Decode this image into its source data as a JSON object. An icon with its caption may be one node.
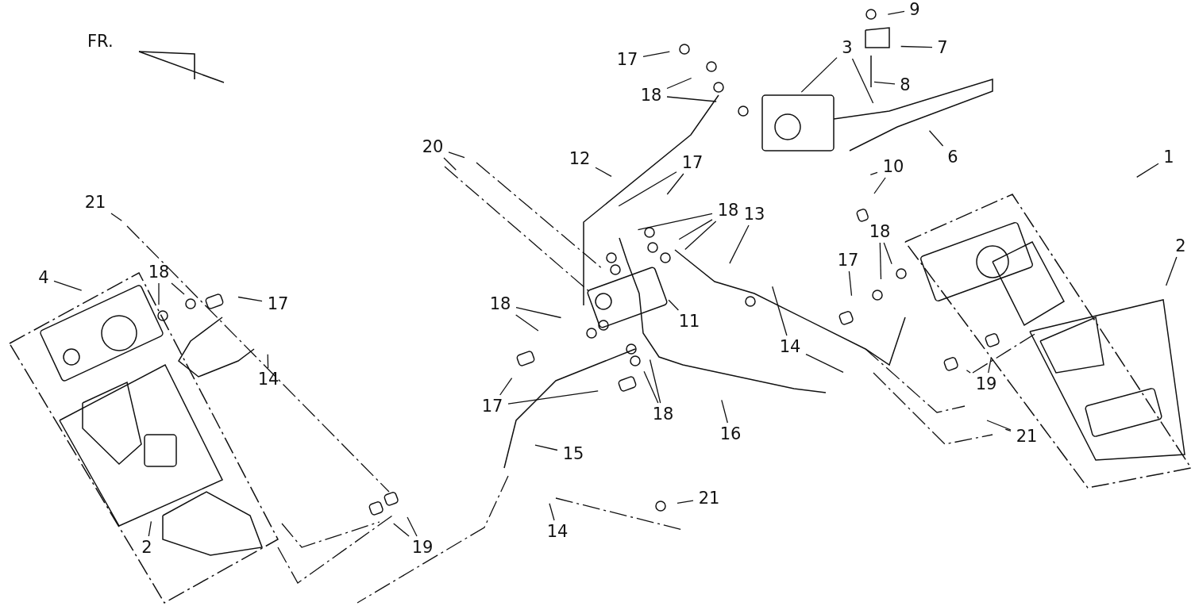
{
  "diagram": {
    "nodes": [
      {
        "text": [
          "9"
        ]
      },
      {
        "text": [
          "3"
        ]
      },
      {
        "text": [
          "7"
        ]
      },
      {
        "text": [
          "17"
        ]
      },
      {
        "text": [
          "8"
        ]
      },
      {
        "text": [
          "18"
        ]
      },
      {
        "text": [
          "20"
        ]
      },
      {
        "text": [
          "12"
        ]
      },
      {
        "text": [
          "6"
        ]
      },
      {
        "text": [
          "10"
        ]
      },
      {
        "text": [
          "17"
        ]
      },
      {
        "text": [
          "1"
        ]
      },
      {
        "text": [
          "18"
        ]
      },
      {
        "text": [
          "13"
        ]
      },
      {
        "text": [
          "21"
        ]
      },
      {
        "text": [
          "18"
        ]
      },
      {
        "text": [
          "2"
        ]
      },
      {
        "text": [
          "17"
        ]
      },
      {
        "text": [
          "4"
        ]
      },
      {
        "text": [
          "18"
        ]
      },
      {
        "text": [
          "17"
        ]
      },
      {
        "text": [
          "18"
        ]
      },
      {
        "text": [
          "11"
        ]
      },
      {
        "text": [
          "14"
        ]
      },
      {
        "text": [
          "14"
        ]
      },
      {
        "text": [
          "19"
        ]
      },
      {
        "text": [
          "17"
        ]
      },
      {
        "text": [
          "18"
        ]
      },
      {
        "text": [
          "16"
        ]
      },
      {
        "text": [
          "21"
        ]
      },
      {
        "text": [
          "15"
        ]
      },
      {
        "text": [
          "21"
        ]
      },
      {
        "text": [
          "14"
        ]
      },
      {
        "text": [
          "2"
        ]
      },
      {
        "text": [
          "19"
        ]
      }
    ],
    "edges": [
      {
        "from": 0,
        "to": null,
        "arrow": "none"
      },
      {
        "from": 1,
        "to": null,
        "arrow": "none"
      },
      {
        "from": 1,
        "to": null,
        "arrow": "none"
      },
      {
        "from": 2,
        "to": null,
        "arrow": "none"
      },
      {
        "from": 3,
        "to": null,
        "arrow": "none"
      },
      {
        "from": 4,
        "to": null,
        "arrow": "none"
      },
      {
        "from": 5,
        "to": null,
        "arrow": "none"
      },
      {
        "from": 5,
        "to": null,
        "arrow": "none"
      },
      {
        "from": 6,
        "to": null,
        "arrow": "none"
      },
      {
        "from": 6,
        "to": null,
        "arrow": "none"
      },
      {
        "from": 7,
        "to": null,
        "arrow": "none"
      },
      {
        "from": 8,
        "to": null,
        "arrow": "none"
      },
      {
        "from": 9,
        "to": null,
        "arrow": "none"
      },
      {
        "from": 9,
        "to": null,
        "arrow": "none"
      },
      {
        "from": 10,
        "to": null,
        "arrow": "none"
      },
      {
        "from": 10,
        "to": null,
        "arrow": "none"
      },
      {
        "from": 11,
        "to": null,
        "arrow": "none"
      },
      {
        "from": 12,
        "to": null,
        "arrow": "none"
      },
      {
        "from": 12,
        "to": null,
        "arrow": "none"
      },
      {
        "from": 12,
        "to": null,
        "arrow": "none"
      },
      {
        "from": 13,
        "to": null,
        "arrow": "none"
      },
      {
        "from": 14,
        "to": null,
        "arrow": "none"
      },
      {
        "from": 15,
        "to": null,
        "arrow": "none"
      },
      {
        "from": 15,
        "to": null,
        "arrow": "none"
      },
      {
        "from": 16,
        "to": null,
        "arrow": "none"
      },
      {
        "from": 17,
        "to": null,
        "arrow": "none"
      },
      {
        "from": 18,
        "to": null,
        "arrow": "none"
      },
      {
        "from": 19,
        "to": null,
        "arrow": "none"
      },
      {
        "from": 19,
        "to": null,
        "arrow": "none"
      },
      {
        "from": 20,
        "to": null,
        "arrow": "none"
      },
      {
        "from": 21,
        "to": null,
        "arrow": "none"
      },
      {
        "from": 21,
        "to": null,
        "arrow": "none"
      },
      {
        "from": 22,
        "to": null,
        "arrow": "none"
      },
      {
        "from": 23,
        "to": null,
        "arrow": "none"
      },
      {
        "from": 23,
        "to": null,
        "arrow": "none"
      },
      {
        "from": 24,
        "to": null,
        "arrow": "none"
      },
      {
        "from": 25,
        "to": null,
        "arrow": "none"
      },
      {
        "from": 25,
        "to": null,
        "arrow": "none"
      },
      {
        "from": 26,
        "to": null,
        "arrow": "none"
      },
      {
        "from": 26,
        "to": null,
        "arrow": "none"
      },
      {
        "from": 27,
        "to": null,
        "arrow": "none"
      },
      {
        "from": 27,
        "to": null,
        "arrow": "none"
      },
      {
        "from": 28,
        "to": null,
        "arrow": "none"
      },
      {
        "from": 29,
        "to": null,
        "arrow": "none"
      },
      {
        "from": 29,
        "to": null,
        "arrow": "none"
      },
      {
        "from": 30,
        "to": null,
        "arrow": "none"
      },
      {
        "from": 31,
        "to": null,
        "arrow": "none"
      },
      {
        "from": 32,
        "to": null,
        "arrow": "none"
      },
      {
        "from": 33,
        "to": null,
        "arrow": "none"
      },
      {
        "from": 34,
        "to": null,
        "arrow": "none"
      },
      {
        "from": 34,
        "to": null,
        "arrow": "none"
      }
    ],
    "labels": [
      "FR."
    ]
  }
}
